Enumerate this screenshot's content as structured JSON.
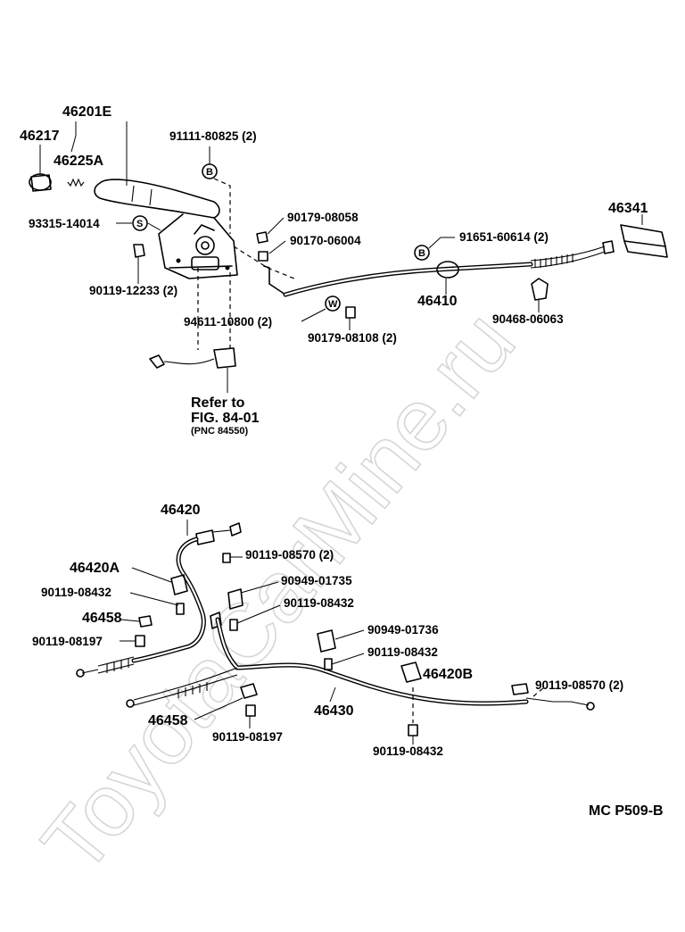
{
  "watermark": "ToyotaCarMine.ru",
  "footer_code": "MC  P509-B",
  "refer": {
    "line1": "Refer  to",
    "line2": "FIG. 84-01",
    "line3": "(PNC  84550)"
  },
  "markers": {
    "b1": "B",
    "b2": "B",
    "s": "S",
    "w": "W"
  },
  "labels": {
    "p46201E": "46201E",
    "p46217": "46217",
    "p46225A": "46225A",
    "p91111": "91111-80825 (2)",
    "p93315": "93315-14014",
    "p90119_12233": "90119-12233 (2)",
    "p90179_08058": "90179-08058",
    "p90170_06004": "90170-06004",
    "p91651": "91651-60614 (2)",
    "p46341": "46341",
    "p46410": "46410",
    "p90468": "90468-06063",
    "p94611": "94611-10800 (2)",
    "p90179_08108": "90179-08108 (2)",
    "p46420": "46420",
    "p90119_08570a": "90119-08570 (2)",
    "p46420A": "46420A",
    "p90949_01735": "90949-01735",
    "p90119_08432a": "90119-08432",
    "p90119_08432b": "90119-08432",
    "p46458a": "46458",
    "p90119_08197a": "90119-08197",
    "p90949_01736": "90949-01736",
    "p90119_08432c": "90119-08432",
    "p46420B": "46420B",
    "p90119_08570b": "90119-08570 (2)",
    "p46458b": "46458",
    "p46430": "46430",
    "p90119_08197b": "90119-08197",
    "p90119_08432d": "90119-08432"
  }
}
